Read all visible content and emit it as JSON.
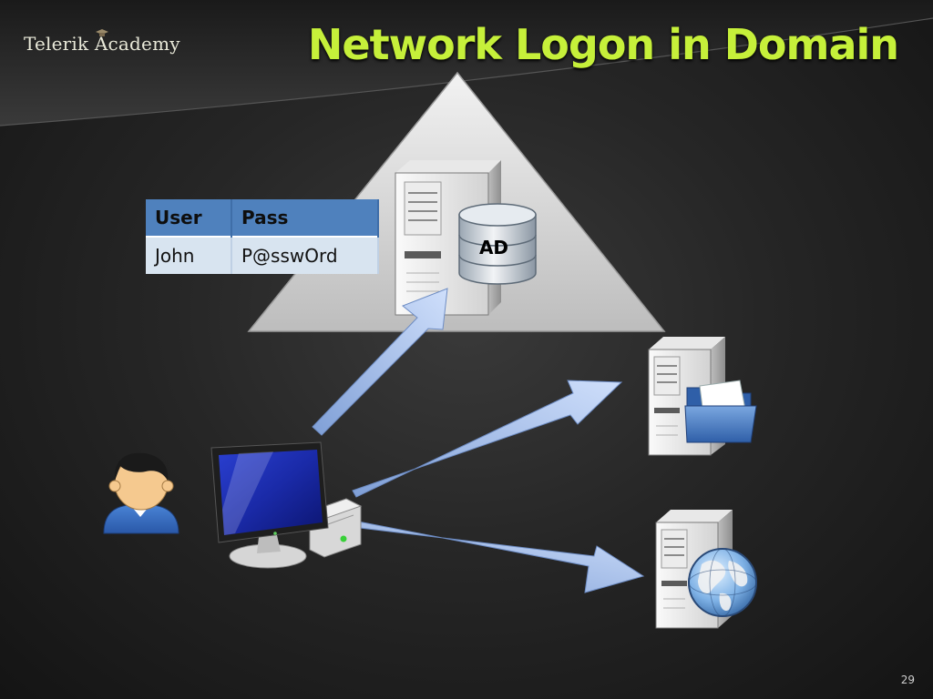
{
  "slide": {
    "logo_text": "Telerik Academy",
    "title": "Network Logon in Domain",
    "page_number": "29"
  },
  "credentials_table": {
    "headers": [
      "User",
      "Pass"
    ],
    "rows": [
      [
        "John",
        "P@sswOrd"
      ]
    ]
  },
  "ad_database_label": "AD",
  "icons": [
    "user-icon",
    "workstation-icon",
    "domain-controller-server-icon",
    "ad-database-icon",
    "file-server-icon",
    "folder-icon",
    "web-server-icon",
    "globe-icon",
    "graduation-cap-icon"
  ],
  "colors": {
    "title": "#c6f03a",
    "table_header": "#4f81bd",
    "table_row": "#d8e4f0",
    "arrow": "#a9c4ee",
    "triangle": "#d9d9d9"
  }
}
